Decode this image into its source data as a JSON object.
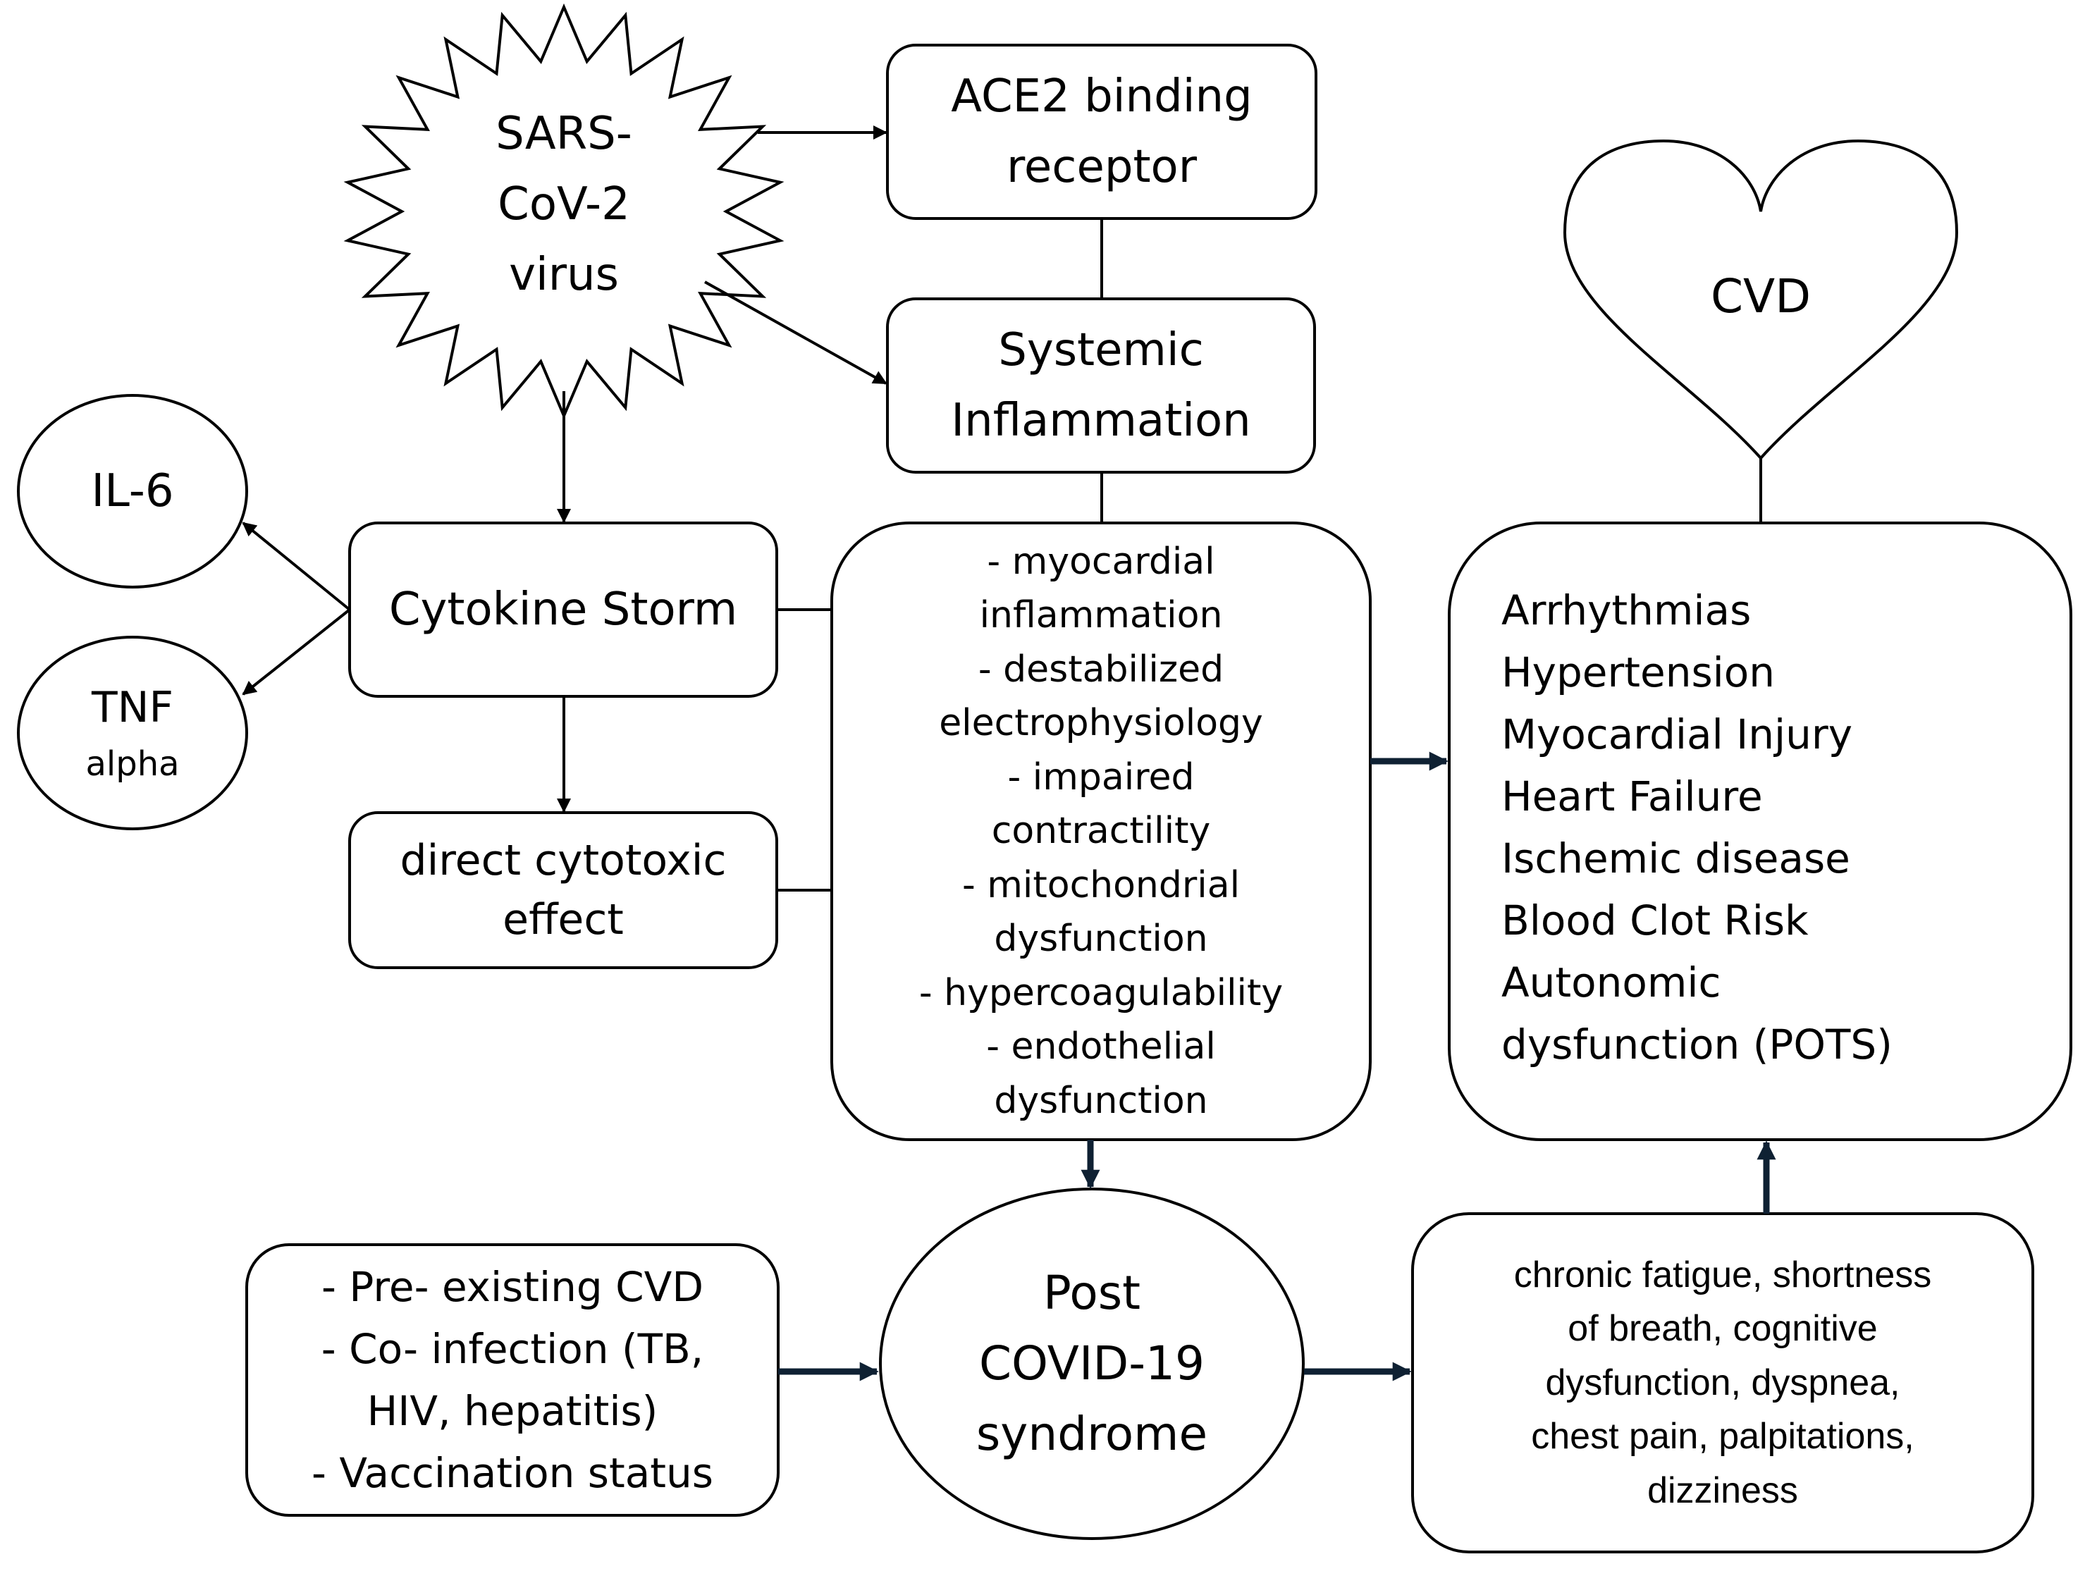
{
  "virus": {
    "lines": [
      "SARS-",
      "CoV-2",
      "virus"
    ]
  },
  "ace2": {
    "lines": [
      "ACE2 binding",
      "receptor"
    ]
  },
  "systemic": {
    "lines": [
      "Systemic",
      "Inflammation"
    ]
  },
  "cytokine": {
    "label": "Cytokine Storm"
  },
  "il6": {
    "label": "IL-6"
  },
  "tnf": {
    "line1": "TNF",
    "line2": "alpha"
  },
  "cytotoxic": {
    "lines": [
      "direct cytotoxic",
      "effect"
    ]
  },
  "mechanisms": {
    "lines": [
      "- myocardial",
      "inflammation",
      "- destabilized",
      "electrophysiology",
      "- impaired",
      "contractility",
      "- mitochondrial",
      "dysfunction",
      "- hypercoagulability",
      "- endothelial",
      "dysfunction"
    ]
  },
  "heart": {
    "label": "CVD"
  },
  "cvd_outcomes": {
    "lines": [
      "Arrhythmias",
      "Hypertension",
      "Myocardial Injury",
      "Heart Failure",
      "Ischemic disease",
      "Blood Clot Risk",
      "Autonomic",
      "dysfunction (POTS)"
    ]
  },
  "risk_factors": {
    "lines": [
      "- Pre- existing CVD",
      "- Co- infection (TB,",
      "HIV, hepatitis)",
      "- Vaccination status"
    ]
  },
  "post_covid": {
    "lines": [
      "Post",
      "COVID-19",
      "syndrome"
    ]
  },
  "symptoms": {
    "lines": [
      "chronic fatigue, shortness",
      "of breath, cognitive",
      "dysfunction, dyspnea,",
      "chest pain, palpitations,",
      "dizziness"
    ]
  },
  "colors": {
    "stroke": "#000000",
    "thick_arrow": "#0f2133",
    "fill": "#ffffff"
  }
}
